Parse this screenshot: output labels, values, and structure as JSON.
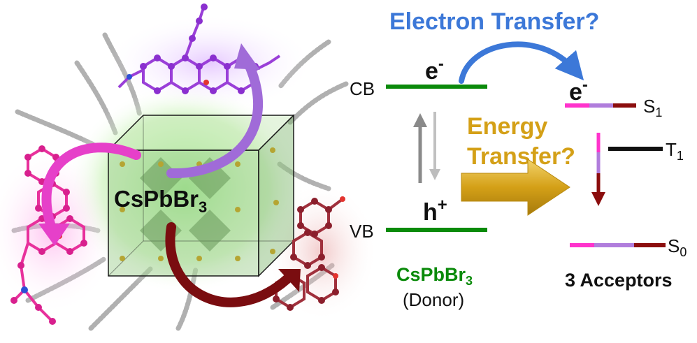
{
  "colors": {
    "green": "#0a8a0a",
    "blue": "#3c78d8",
    "gold": "#d4a017",
    "magenta": "#ff33cc",
    "lavender": "#b07ddc",
    "darkred": "#8b0d0d",
    "purple": "#a060d8",
    "black": "#111111",
    "gray": "#8a8a8a"
  },
  "left_panel": {
    "crystal_label": "CsPbBr",
    "crystal_subscript": "3"
  },
  "diagram": {
    "electron_transfer_label": "Electron Transfer?",
    "energy_transfer_line1": "Energy",
    "energy_transfer_line2": "Transfer?",
    "cb_label": "CB",
    "vb_label": "VB",
    "electron_symbol": "e",
    "electron_superscript": "-",
    "hole_symbol": "h",
    "hole_superscript": "+",
    "acceptor_electron_symbol": "e",
    "acceptor_electron_superscript": "-",
    "s1_label": "S",
    "s1_subscript": "1",
    "t1_label": "T",
    "t1_subscript": "1",
    "s0_label": "S",
    "s0_subscript": "0",
    "donor_name": "CsPbBr",
    "donor_subscript": "3",
    "donor_role": "(Donor)",
    "acceptors_label": "3 Acceptors"
  }
}
